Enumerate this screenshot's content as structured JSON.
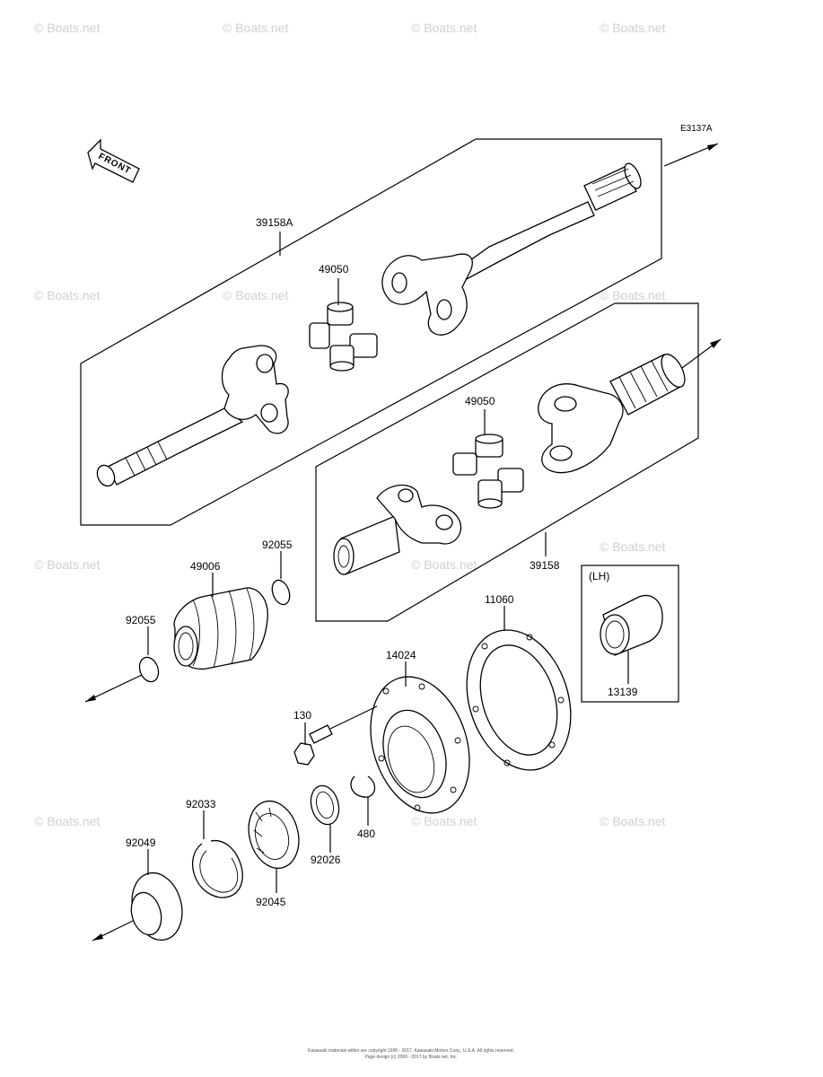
{
  "diagram_code": "E3137A",
  "front_label": "FRONT",
  "watermark": "© Boats.net",
  "parts": [
    {
      "id": "p39158A",
      "number": "39158A"
    },
    {
      "id": "p49050a",
      "number": "49050"
    },
    {
      "id": "p49050b",
      "number": "49050"
    },
    {
      "id": "p39158",
      "number": "39158"
    },
    {
      "id": "p92055a",
      "number": "92055"
    },
    {
      "id": "p49006",
      "number": "49006"
    },
    {
      "id": "p92055b",
      "number": "92055"
    },
    {
      "id": "p11060",
      "number": "11060"
    },
    {
      "id": "p14024",
      "number": "14024"
    },
    {
      "id": "p130",
      "number": "130"
    },
    {
      "id": "p480",
      "number": "480"
    },
    {
      "id": "p92026",
      "number": "92026"
    },
    {
      "id": "p92033",
      "number": "92033"
    },
    {
      "id": "p92049",
      "number": "92049"
    },
    {
      "id": "p92045",
      "number": "92045"
    },
    {
      "id": "p13139",
      "number": "13139"
    }
  ],
  "lh_label": "(LH)",
  "copyright_line1": "Kawasaki materials within are copyright 1995 - 2017, Kawasaki Motors Corp., U.S.A. All rights reserved.",
  "copyright_line2": "Page design (c) 2000 - 2017 by Boats.net, Inc."
}
